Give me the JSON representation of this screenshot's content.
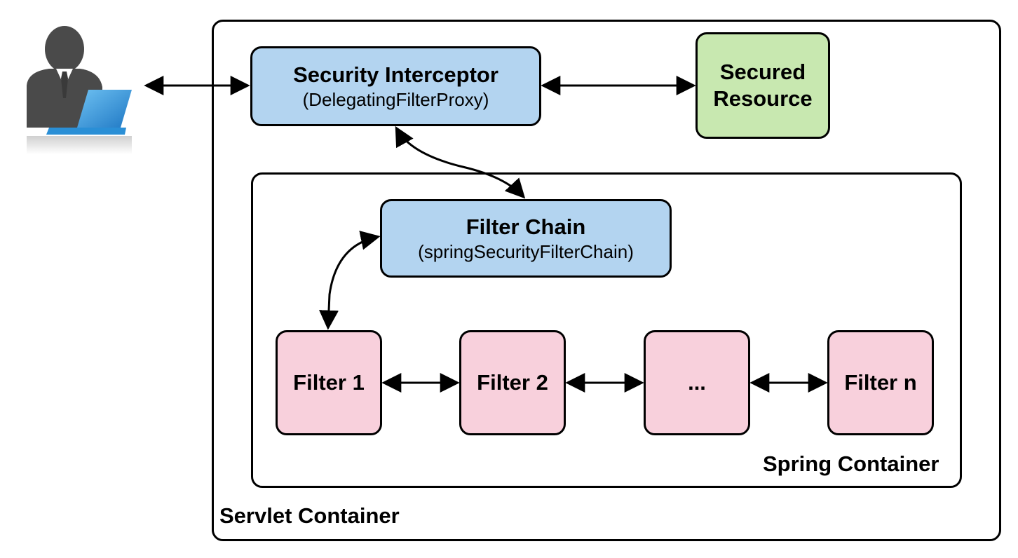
{
  "containers": {
    "servlet_label": "Servlet Container",
    "spring_label": "Spring Container"
  },
  "nodes": {
    "security_interceptor": {
      "title": "Security Interceptor",
      "subtitle": "(DelegatingFilterProxy)"
    },
    "secured_resource": {
      "title": "Secured Resource"
    },
    "filter_chain": {
      "title": "Filter Chain",
      "subtitle": "(springSecurityFilterChain)"
    },
    "filters": [
      "Filter 1",
      "Filter 2",
      "...",
      "Filter n"
    ]
  },
  "icons": {
    "user": "user-with-laptop-icon"
  },
  "colors": {
    "blue_box": "#b3d4f0",
    "green_box": "#c8e8b0",
    "pink_box": "#f8d0dc",
    "laptop": "#2a8fd6",
    "person": "#4a4a4a"
  }
}
